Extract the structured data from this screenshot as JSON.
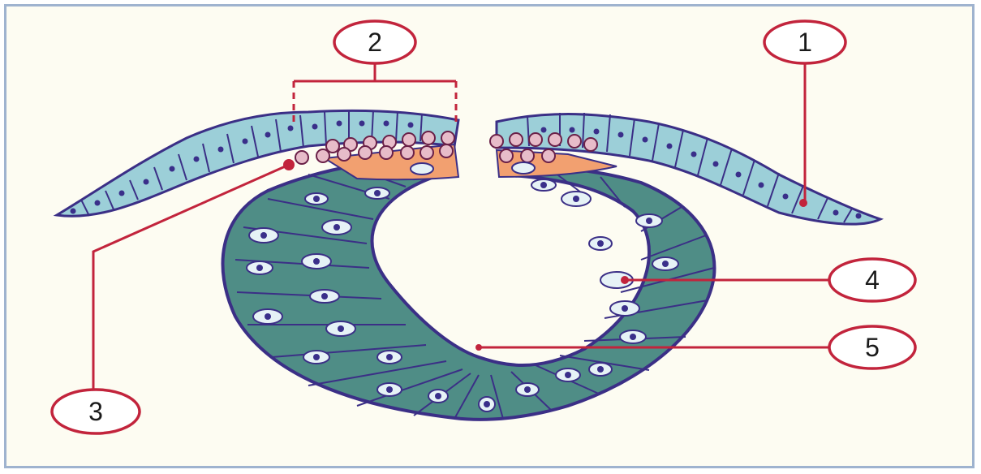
{
  "diagram": {
    "labels": [
      {
        "id": "label-1",
        "text": "1"
      },
      {
        "id": "label-2",
        "text": "2"
      },
      {
        "id": "label-3",
        "text": "3"
      },
      {
        "id": "label-4",
        "text": "4"
      },
      {
        "id": "label-5",
        "text": "5"
      }
    ]
  },
  "colors": {
    "background": "#fdfcf2",
    "frame": "#9fb3cf",
    "ectoderm_cells": "#9ccfd8",
    "neural_plate_cells": "#4f8d86",
    "neural_crest_cells": "#f2a070",
    "leader_lines": "#c2243c",
    "cell_outline": "#3b2f86",
    "nucleus": "#3a2f8a"
  },
  "icons": [
    "callout-circle",
    "bracket"
  ]
}
